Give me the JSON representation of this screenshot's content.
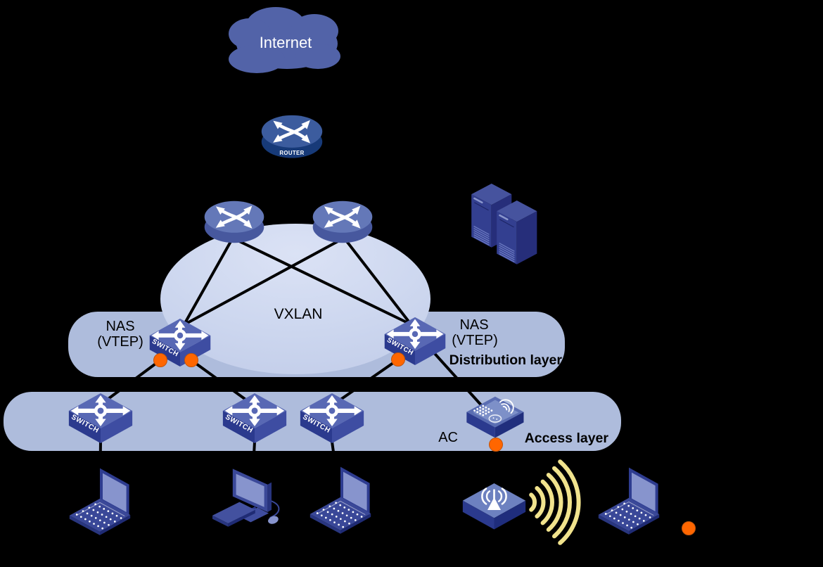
{
  "diagram": {
    "internet_label": "Internet",
    "vxlan_label": "VXLAN",
    "nas_left": {
      "line1": "NAS",
      "line2": "(VTEP)"
    },
    "nas_right": {
      "line1": "NAS",
      "line2": "(VTEP)"
    },
    "distribution_layer_label": "Distribution layer",
    "access_layer_label": "Access layer",
    "ac_label": "AC"
  },
  "icons": {
    "router_label": "ROUTER",
    "switch_label": "SWITCH"
  },
  "colors": {
    "background": "#000000",
    "cloud_blue": "#5263a8",
    "zone_band": "#aebcdc",
    "vxlan_fill": "#c5d0ea",
    "vxlan_highlight": "#dbe2f5",
    "link_line": "#000000",
    "orange_marker": "#ff6600",
    "wave_yellow": "#f1e38d",
    "device_navy": "#2b3a8e",
    "device_blue": "#5868b4",
    "server_navy": "#333f90",
    "screen_light": "#8794cd",
    "white": "#ffffff"
  }
}
